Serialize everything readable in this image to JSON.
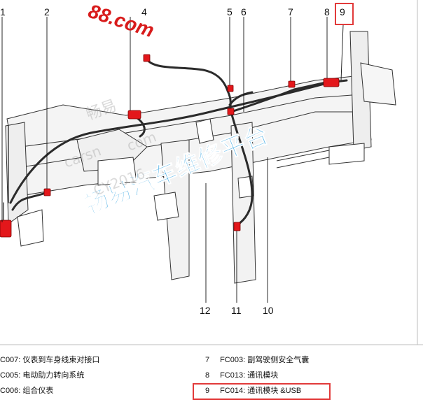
{
  "watermarks": {
    "url": "88.com",
    "brand": "畅易汽车维修平台",
    "faint_top": "畅易",
    "faint_mid1": "carsn",
    "faint_mid2": "com",
    "faint_mid3": "CY2016",
    "colors": {
      "url": "#d81b1b",
      "brand": "#2a9fe0"
    }
  },
  "callouts": [
    {
      "id": "c1",
      "label": "1"
    },
    {
      "id": "c2",
      "label": "2"
    },
    {
      "id": "c4",
      "label": "4"
    },
    {
      "id": "c5",
      "label": "5"
    },
    {
      "id": "c6",
      "label": "6"
    },
    {
      "id": "c7",
      "label": "7"
    },
    {
      "id": "c8",
      "label": "8"
    },
    {
      "id": "c9",
      "label": "9"
    },
    {
      "id": "c12",
      "label": "12"
    },
    {
      "id": "c11",
      "label": "11"
    },
    {
      "id": "c10",
      "label": "10"
    }
  ],
  "legend": {
    "left": [
      {
        "num": "",
        "code": "C007:",
        "desc": "仪表到车身线束对接口"
      },
      {
        "num": "",
        "code": "C005:",
        "desc": "电动助力转向系统"
      },
      {
        "num": "",
        "code": "C006:",
        "desc": "组合仪表"
      }
    ],
    "right": [
      {
        "num": "7",
        "code": "FC003:",
        "desc": "副驾驶侧安全气囊"
      },
      {
        "num": "8",
        "code": "FC013:",
        "desc": "通讯模块"
      },
      {
        "num": "9",
        "code": "FC014:",
        "desc": "通讯模块 &USB"
      }
    ]
  },
  "highlight_color": "#e23a3a",
  "connector_color": "#e3171b"
}
